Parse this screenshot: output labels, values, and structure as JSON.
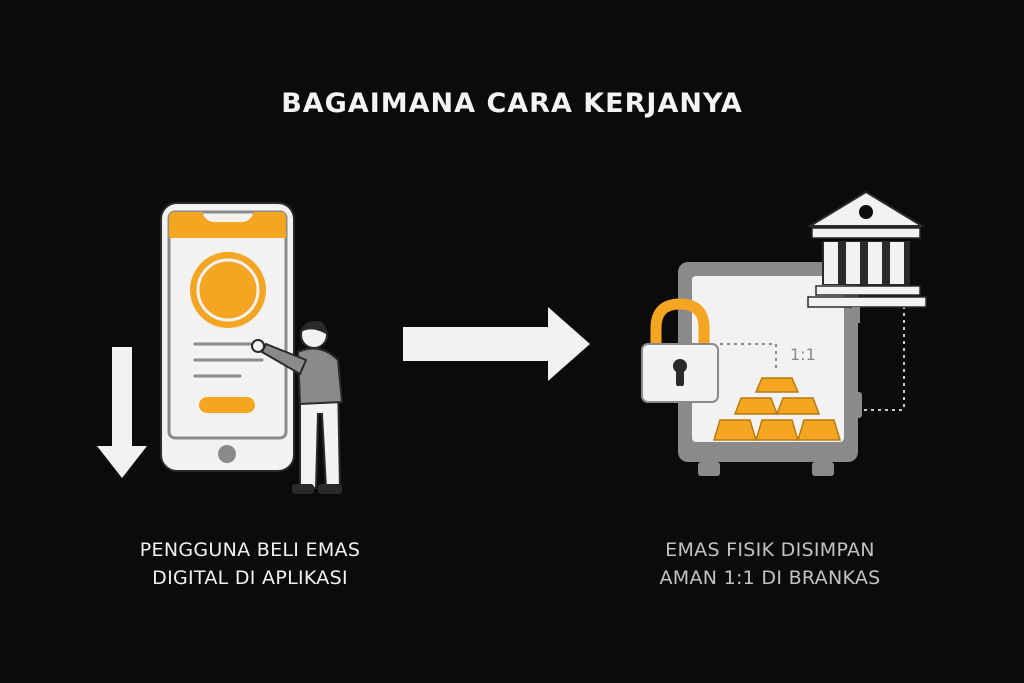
{
  "title": "BAGAIMANA CARA KERJANYA",
  "steps": [
    {
      "caption_line1": "PENGGUNA BELI EMAS",
      "caption_line2": "DIGITAL DI APLIKASI"
    },
    {
      "caption_line1": "EMAS FISIK DISIMPAN",
      "caption_line2": "AMAN 1:1 DI BRANKAS"
    }
  ],
  "vault_ratio_label": "1:1",
  "colors": {
    "background": "#0b0b0c",
    "accent": "#f4a623",
    "light": "#f2f2f2",
    "grey": "#8a8a8a"
  }
}
